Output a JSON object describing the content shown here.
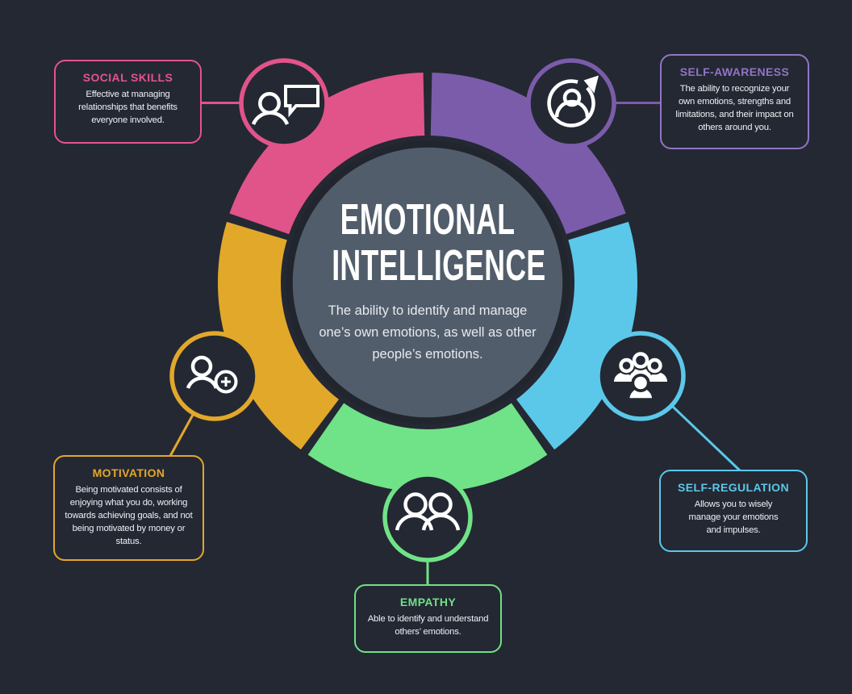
{
  "center": {
    "title": "EMOTIONAL\nINTELLIGENCE",
    "subtitle": "The ability to identify and manage\none’s own emotions, as well as other\npeople’s emotions.",
    "circle_color": "#525d6b"
  },
  "palette": {
    "background": "#242833",
    "dark_stroke": "#21252e",
    "body_text": "#eef1f4",
    "title_text": "#ffffff",
    "icon_color": "#ffffff"
  },
  "items": [
    {
      "id": "self-awareness",
      "label": "SELF-AWARENESS",
      "description": "The ability to recognize your\nown emotions, strengths and\nlimitations, and their impact on\nothers around you.",
      "color": "#7b5caa",
      "title_color": "#9075c4",
      "icon": "person-refresh-icon"
    },
    {
      "id": "self-regulation",
      "label": "SELF-REGULATION",
      "description": "Allows you to wisely\nmanage your emotions\nand impulses.",
      "color": "#5bc8e9",
      "title_color": "#5bc8e9",
      "icon": "people-group-icon"
    },
    {
      "id": "empathy",
      "label": "EMPATHY",
      "description": "Able to identify and understand\nothers’ emotions.",
      "color": "#70e287",
      "title_color": "#6fe187",
      "icon": "two-people-icon"
    },
    {
      "id": "motivation",
      "label": "MOTIVATION",
      "description": "Being motivated consists of\nenjoying what you do, working\ntowards achieving goals, and not\nbeing motivated by money or\nstatus.",
      "color": "#e2a82a",
      "title_color": "#e2a82a",
      "icon": "person-add-icon"
    },
    {
      "id": "social-skills",
      "label": "SOCIAL SKILLS",
      "description": "Effective at managing\nrelationships that benefits\neveryone involved.",
      "color": "#e0548a",
      "title_color": "#e4538b",
      "icon": "person-chat-icon"
    }
  ]
}
